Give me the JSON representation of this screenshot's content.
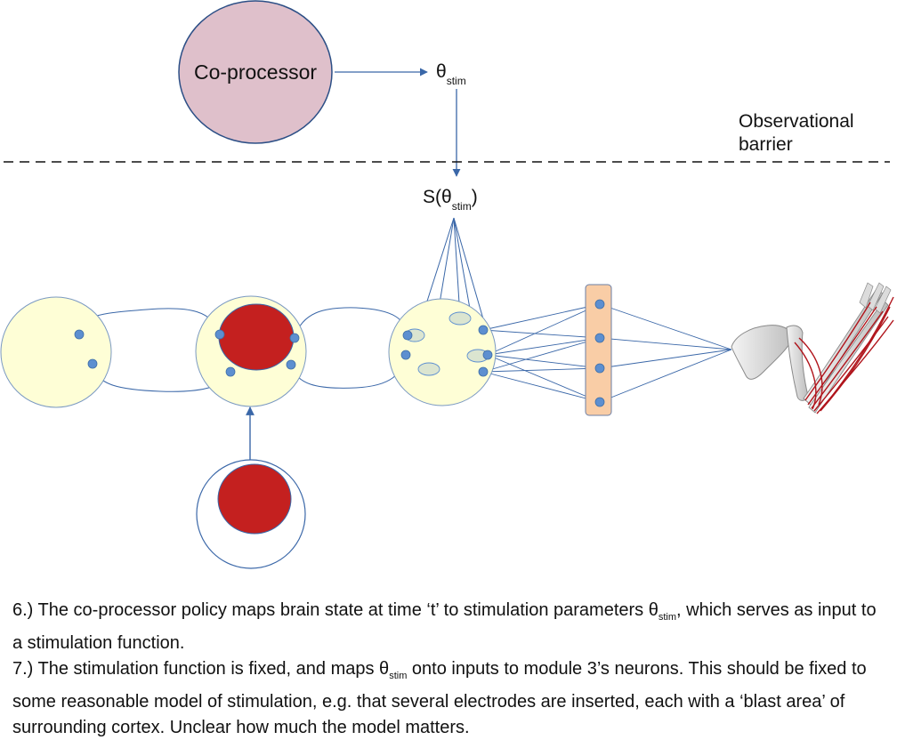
{
  "coprocessor": {
    "label": "Co-processor",
    "fill": "#dfc0cb"
  },
  "theta_stim": {
    "symbol": "θ",
    "subscript": "stim"
  },
  "stim_function": {
    "prefix": "S(θ",
    "subscript": "stim",
    "suffix": ")"
  },
  "barrier": {
    "line1": "Observational",
    "line2": "barrier"
  },
  "colors": {
    "module_fill": "#fefed6",
    "module_stroke": "#7a99c2",
    "active_region": "#c4201f",
    "neuron": "#5d8fd0",
    "electrode": "#dbe5d0",
    "muscle_bar": "#f9cda6",
    "connector": "#3a67a8"
  },
  "caption": {
    "item6": {
      "text_before": "6.) The co-processor policy maps brain state at time ‘t’ to stimulation parameters θ",
      "sub": "stim",
      "text_after": ", which serves as input to a stimulation function."
    },
    "item7": {
      "text_before": "7.) The stimulation function is fixed, and maps θ",
      "sub": "stim",
      "text_after": " onto inputs to module 3’s neurons. This should be fixed to some reasonable model of stimulation, e.g. that several electrodes are inserted, each with a ‘blast area’ of surrounding cortex. Unclear how much the model matters."
    }
  }
}
